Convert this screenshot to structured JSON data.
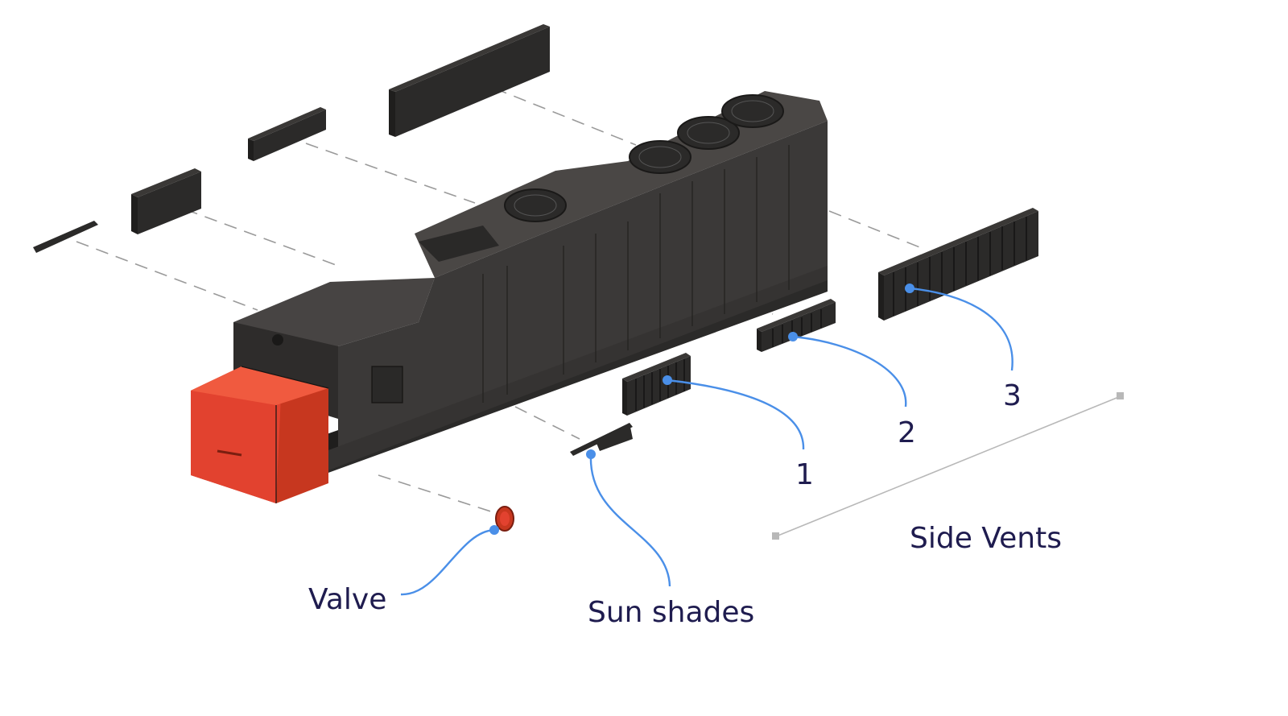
{
  "labels": {
    "vent_1": "1",
    "vent_2": "2",
    "vent_3": "3",
    "side_vents": "Side Vents",
    "valve": "Valve",
    "sun_shades": "Sun shades"
  },
  "colors": {
    "body": "#3b3938",
    "cab_nose": "#e2422f",
    "leader": "#4a8fe8",
    "label_text": "#1f1c4f",
    "dash": "#9a9a9a"
  }
}
